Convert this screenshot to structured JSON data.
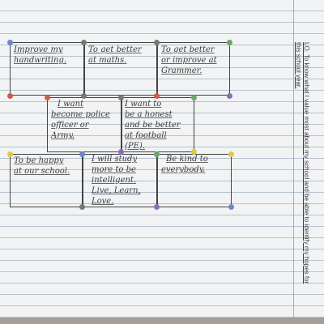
{
  "objective": {
    "line1": "LO. To know what I value most about my school and be able to identify my hopes for",
    "line2": "this school year."
  },
  "hopes": [
    {
      "id": "h1",
      "lines": [
        "Improve my",
        "handwriting."
      ]
    },
    {
      "id": "h2",
      "lines": [
        "To get better",
        "at maths."
      ]
    },
    {
      "id": "h3",
      "lines": [
        "To get better",
        "or improve at",
        "Grammer."
      ]
    },
    {
      "id": "h4",
      "lines": [
        "I want",
        "become police",
        "officer or",
        "Army."
      ]
    },
    {
      "id": "h5",
      "lines": [
        "I want to",
        "be a honest",
        "and be better",
        "at football",
        "(PE)."
      ]
    },
    {
      "id": "h6",
      "lines": [
        "To be happy",
        "at our school."
      ]
    },
    {
      "id": "h7",
      "lines": [
        "I will study",
        "more to be",
        "intelligent.",
        "Live, Learn,",
        "Love."
      ]
    },
    {
      "id": "h8",
      "lines": [
        "Be kind to",
        "everybody."
      ]
    }
  ],
  "colors": {
    "corner_red": "#d05c4a",
    "corner_blue": "#6f86c9",
    "corner_green": "#6aa86a",
    "corner_yellow": "#e0c84a",
    "corner_purple": "#8a6fb8",
    "corner_grey": "#777777"
  }
}
